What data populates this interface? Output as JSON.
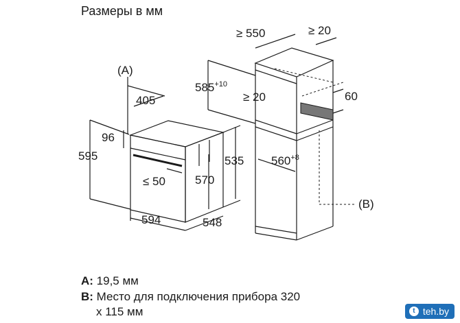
{
  "title": "Размеры в мм",
  "oven": {
    "callout_a": "(A)",
    "dim_405": "405",
    "dim_96": "96",
    "dim_595": "595",
    "dim_50": "≤ 50",
    "dim_570": "570",
    "dim_535": "535",
    "dim_594": "594",
    "dim_548": "548"
  },
  "cabinet": {
    "dim_550": "≥ 550",
    "dim_20_top": "≥ 20",
    "dim_585": "585",
    "dim_585_sup": "+10",
    "dim_20_mid": "≥ 20",
    "dim_60": "60",
    "dim_560": "560",
    "dim_560_sup": "+8",
    "callout_b": "(B)"
  },
  "legend": {
    "a_key": "A:",
    "a_text": " 19,5 мм",
    "b_key": "B:",
    "b_text": " Место для подключения прибора 320",
    "b_text2": "x 115 мм"
  },
  "watermark": "teh.by"
}
